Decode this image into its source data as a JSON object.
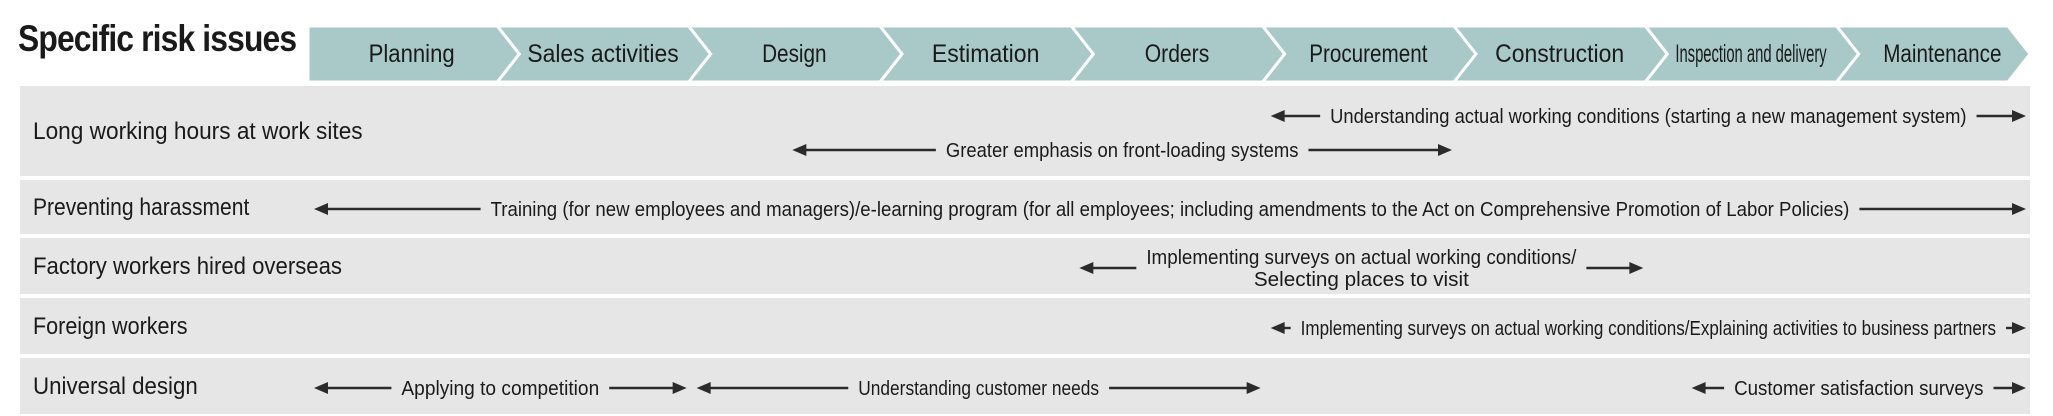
{
  "title": "Specific risk issues",
  "phases": [
    "Planning",
    "Sales activities",
    "Design",
    "Estimation",
    "Orders",
    "Procurement",
    "Construction",
    "Inspection and delivery",
    "Maintenance"
  ],
  "rows": [
    {
      "label": "Long working hours at work sites",
      "arrows": [
        {
          "lines": [
            "Understanding actual working conditions (starting a new management system)"
          ],
          "from_phase": 5,
          "to_phase": 9
        },
        {
          "lines": [
            "Greater emphasis on front-loading systems"
          ],
          "from_phase": 2.5,
          "to_phase": 6
        }
      ]
    },
    {
      "label": "Preventing harassment",
      "arrows": [
        {
          "lines": [
            "Training (for new employees and managers)/e-learning program (for all employees; including amendments to the Act on Comprehensive Promotion of Labor Policies)"
          ],
          "from_phase": 0,
          "to_phase": 9
        }
      ]
    },
    {
      "label": "Factory workers hired overseas",
      "arrows": [
        {
          "lines": [
            "Implementing surveys on actual working conditions/",
            "Selecting places to visit"
          ],
          "from_phase": 4,
          "to_phase": 7
        }
      ]
    },
    {
      "label": "Foreign workers",
      "arrows": [
        {
          "lines": [
            "Implementing surveys on actual working conditions/Explaining activities to business partners"
          ],
          "from_phase": 5,
          "to_phase": 9
        }
      ]
    },
    {
      "label": "Universal design",
      "arrows": [
        {
          "lines": [
            "Applying to competition"
          ],
          "from_phase": 0,
          "to_phase": 2
        },
        {
          "lines": [
            "Understanding customer needs"
          ],
          "from_phase": 2,
          "to_phase": 5
        },
        {
          "lines": [
            "Customer satisfaction surveys"
          ],
          "from_phase": 7.2,
          "to_phase": 9
        }
      ]
    }
  ]
}
